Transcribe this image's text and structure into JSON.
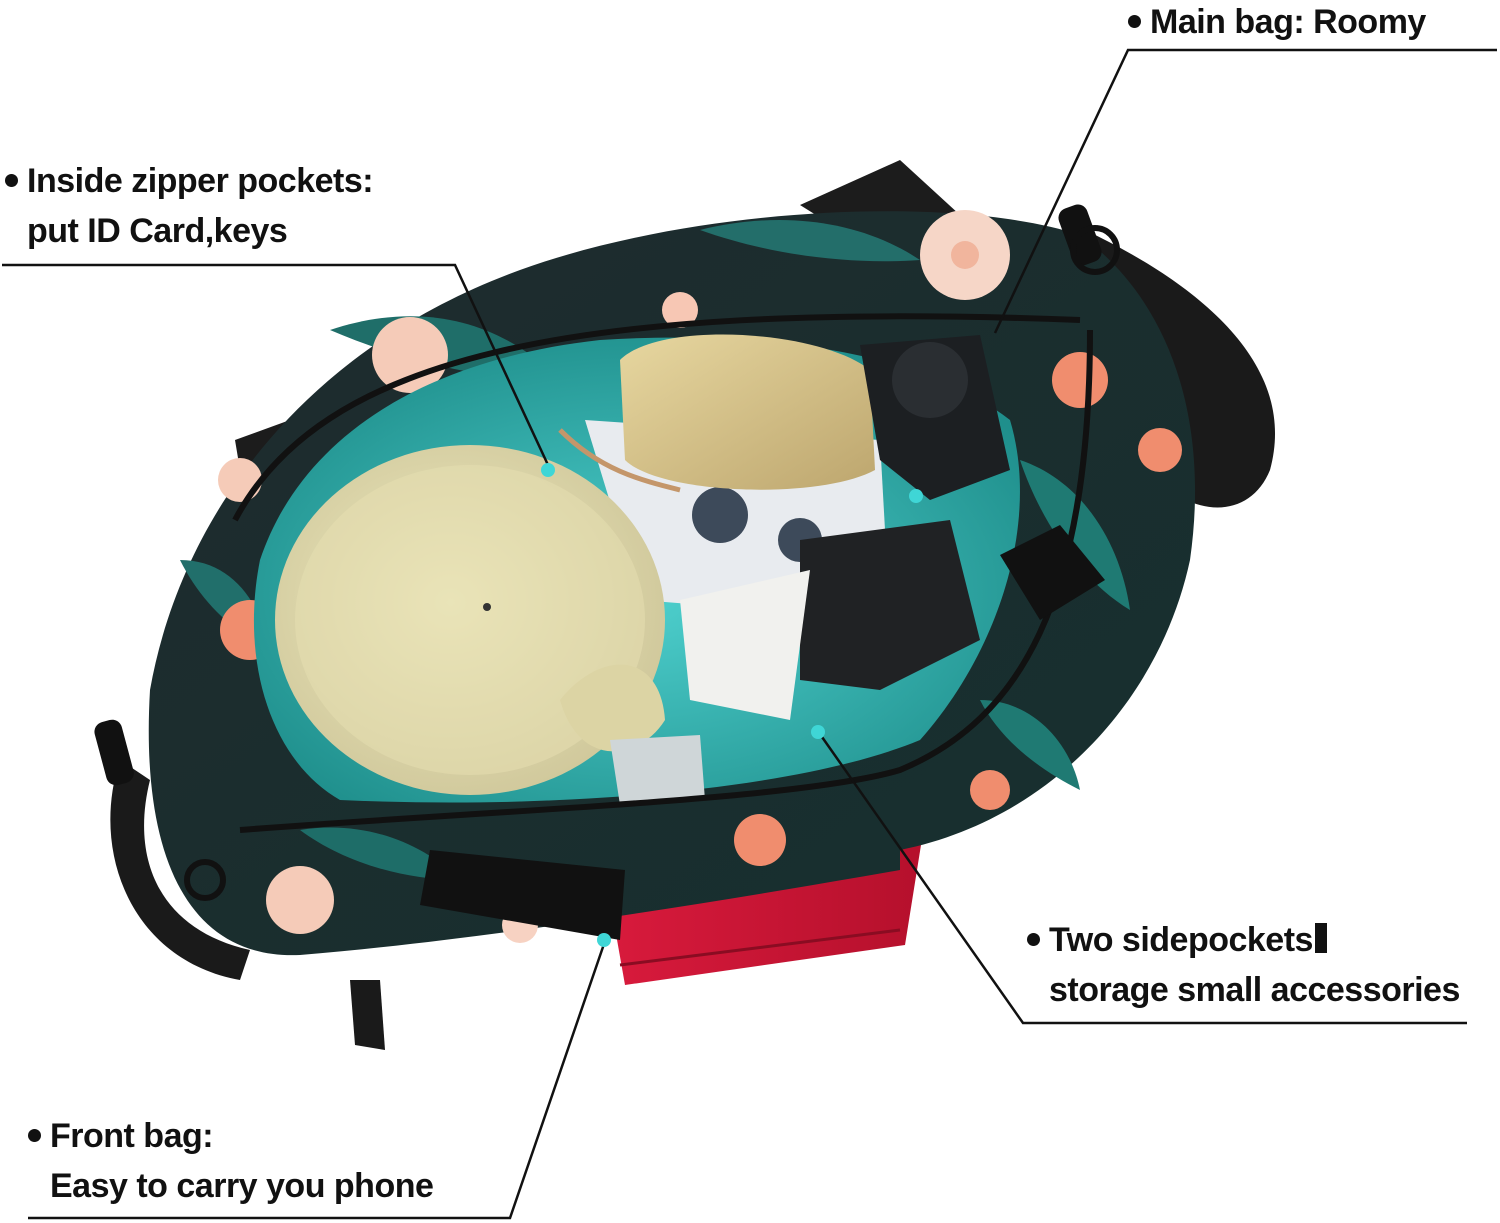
{
  "image": {
    "subject": "floral-crossbody-bag-open",
    "accent_dot_color": "#3fd6d6",
    "line_color": "#111111"
  },
  "callouts": {
    "main_bag": {
      "text": "Main bag: Roomy"
    },
    "inside_pockets": {
      "line1": "Inside zipper pockets:",
      "line2": "put ID Card,keys"
    },
    "side_pockets": {
      "line1": "Two sidepockets",
      "line2": "storage small accessories"
    },
    "front_bag": {
      "line1": "Front bag:",
      "line2": "Easy to carry you phone"
    }
  }
}
